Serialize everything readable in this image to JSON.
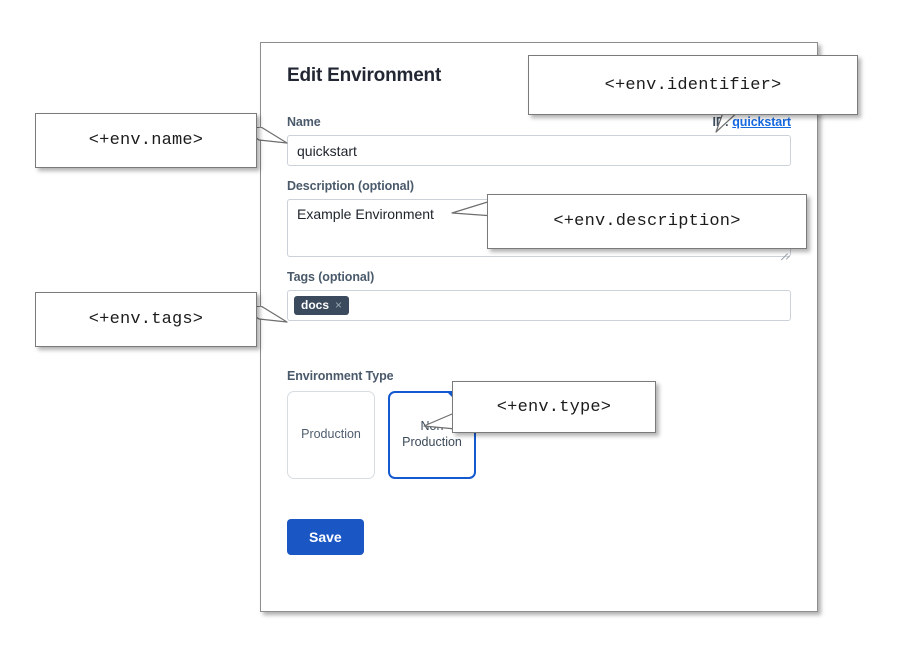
{
  "dialog": {
    "title": "Edit Environment",
    "identifier": {
      "prefix": "ID:",
      "value": "quickstart"
    },
    "fields": {
      "name": {
        "label": "Name",
        "value": "quickstart"
      },
      "description": {
        "label": "Description (optional)",
        "value": "Example Environment"
      },
      "tags": {
        "label": "Tags (optional)",
        "chips": [
          {
            "label": "docs",
            "remove_icon": "×"
          }
        ]
      },
      "environment_type": {
        "label": "Environment Type",
        "options": [
          {
            "label": "Production",
            "selected": false
          },
          {
            "label": "Non Production",
            "selected": true
          }
        ]
      }
    },
    "save_label": "Save"
  },
  "annotations": [
    {
      "id": "name",
      "text": "<+env.name>"
    },
    {
      "id": "tags",
      "text": "<+env.tags>"
    },
    {
      "id": "identifier",
      "text": "<+env.identifier>"
    },
    {
      "id": "description",
      "text": "<+env.description>"
    },
    {
      "id": "type",
      "text": "<+env.type>"
    }
  ],
  "colors": {
    "accent_blue": "#1a56c4",
    "link_blue": "#1769e0",
    "selected_border": "#1459cf",
    "label_slate": "#4a5a6b",
    "chip_bg": "#3b4a5c",
    "panel_border": "#8d8d8d"
  }
}
